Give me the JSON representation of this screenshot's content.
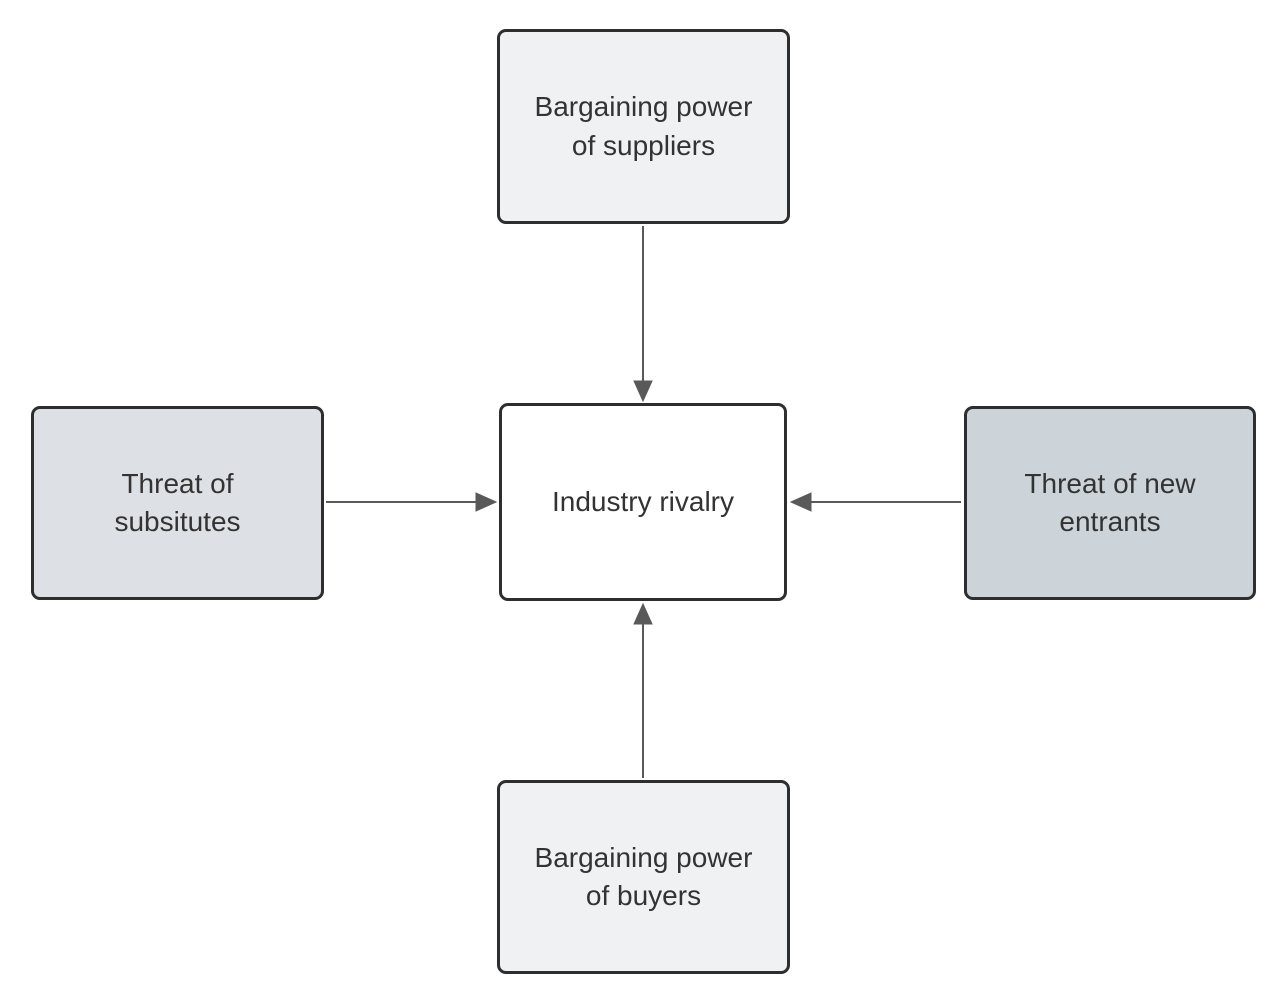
{
  "diagram": {
    "background_color": "#ffffff",
    "node_border_color": "#2e2e2e",
    "node_text_color": "#333333",
    "connector_color": "#595959",
    "nodes": {
      "suppliers": {
        "label": "Bargaining power\nof suppliers",
        "fill": "#eff1f3"
      },
      "substitutes": {
        "label": "Threat of\nsubsitutes",
        "fill": "#dde0e4"
      },
      "rivalry": {
        "label": "Industry rivalry",
        "fill": "#ffffff"
      },
      "new_entrants": {
        "label": "Threat of new\nentrants",
        "fill": "#ccd3d9"
      },
      "buyers": {
        "label": "Bargaining power\nof buyers",
        "fill": "#eff1f3"
      }
    },
    "connections": [
      {
        "from": "Bargaining power of suppliers",
        "to": "Industry rivalry",
        "direction": "down"
      },
      {
        "from": "Threat of subsitutes",
        "to": "Industry rivalry",
        "direction": "right"
      },
      {
        "from": "Threat of new entrants",
        "to": "Industry rivalry",
        "direction": "left"
      },
      {
        "from": "Bargaining power of buyers",
        "to": "Industry rivalry",
        "direction": "up"
      }
    ]
  }
}
